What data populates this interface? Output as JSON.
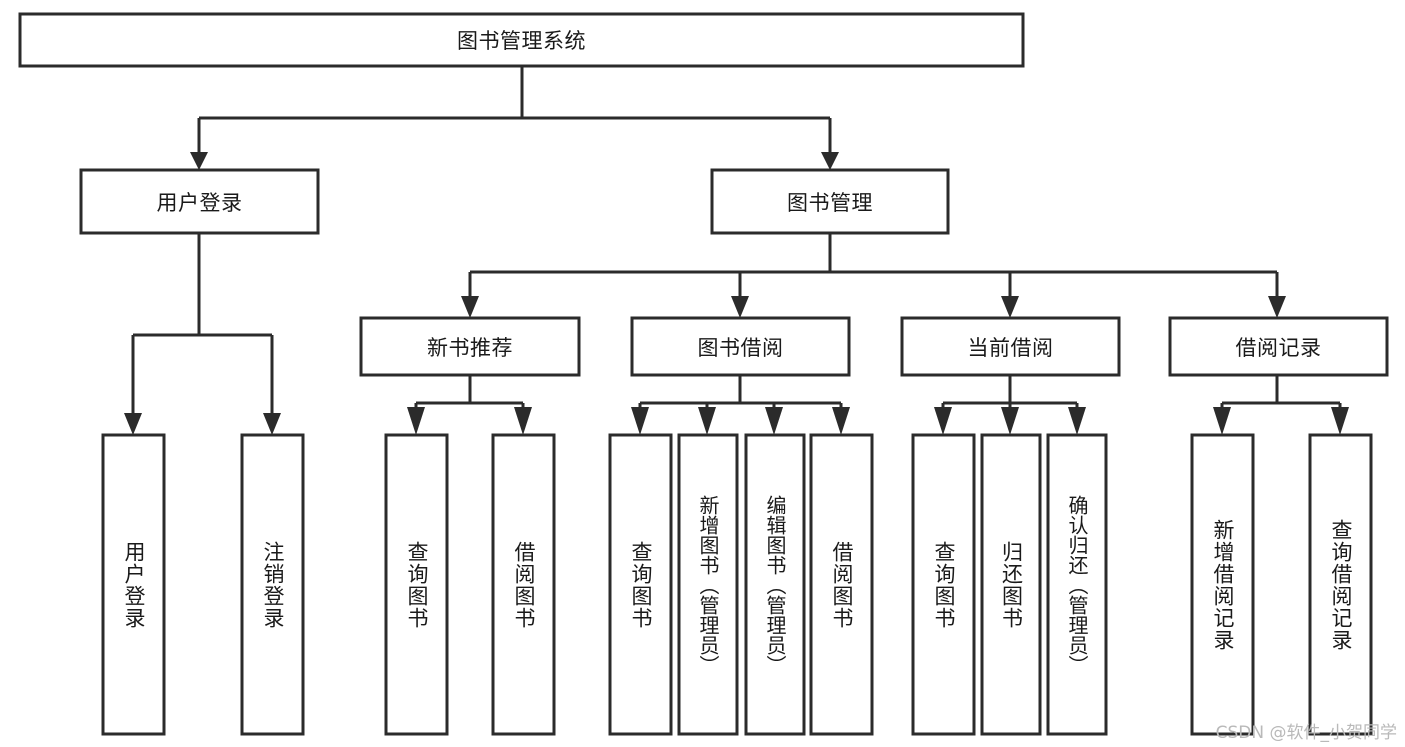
{
  "diagram": {
    "type": "tree",
    "title": "图书管理系统",
    "root": {
      "id": "root",
      "label": "图书管理系统"
    },
    "level2": [
      {
        "id": "user-login",
        "label": "用户登录"
      },
      {
        "id": "book-management",
        "label": "图书管理"
      }
    ],
    "level3": [
      {
        "id": "new-book-recommend",
        "label": "新书推荐",
        "parent": "book-management"
      },
      {
        "id": "book-borrow",
        "label": "图书借阅",
        "parent": "book-management"
      },
      {
        "id": "current-borrow",
        "label": "当前借阅",
        "parent": "book-management"
      },
      {
        "id": "borrow-record",
        "label": "借阅记录",
        "parent": "book-management"
      }
    ],
    "leaves": [
      {
        "id": "leaf-user-login",
        "label": "用户登录",
        "parent": "user-login"
      },
      {
        "id": "leaf-user-logout",
        "label": "注销登录",
        "parent": "user-login"
      },
      {
        "id": "leaf-query-book-1",
        "label": "查询图书",
        "parent": "new-book-recommend"
      },
      {
        "id": "leaf-borrow-book-1",
        "label": "借阅图书",
        "parent": "new-book-recommend"
      },
      {
        "id": "leaf-query-book-2",
        "label": "查询图书",
        "parent": "book-borrow"
      },
      {
        "id": "leaf-add-book",
        "label": "新增图书（管理员）",
        "parent": "book-borrow"
      },
      {
        "id": "leaf-edit-book",
        "label": "编辑图书（管理员）",
        "parent": "book-borrow"
      },
      {
        "id": "leaf-borrow-book-2",
        "label": "借阅图书",
        "parent": "book-borrow"
      },
      {
        "id": "leaf-query-book-3",
        "label": "查询图书",
        "parent": "current-borrow"
      },
      {
        "id": "leaf-return-book",
        "label": "归还图书",
        "parent": "current-borrow"
      },
      {
        "id": "leaf-confirm-return",
        "label": "确认归还（管理员）",
        "parent": "current-borrow"
      },
      {
        "id": "leaf-add-record",
        "label": "新增借阅记录",
        "parent": "borrow-record"
      },
      {
        "id": "leaf-query-record",
        "label": "查询借阅记录",
        "parent": "borrow-record"
      }
    ],
    "colors": {
      "stroke": "#2b2b2b",
      "fill": "#ffffff",
      "text": "#1a1a1a",
      "watermark": "#b9b9b9"
    }
  },
  "watermark": {
    "text": "CSDN @软件_小贺同学"
  }
}
